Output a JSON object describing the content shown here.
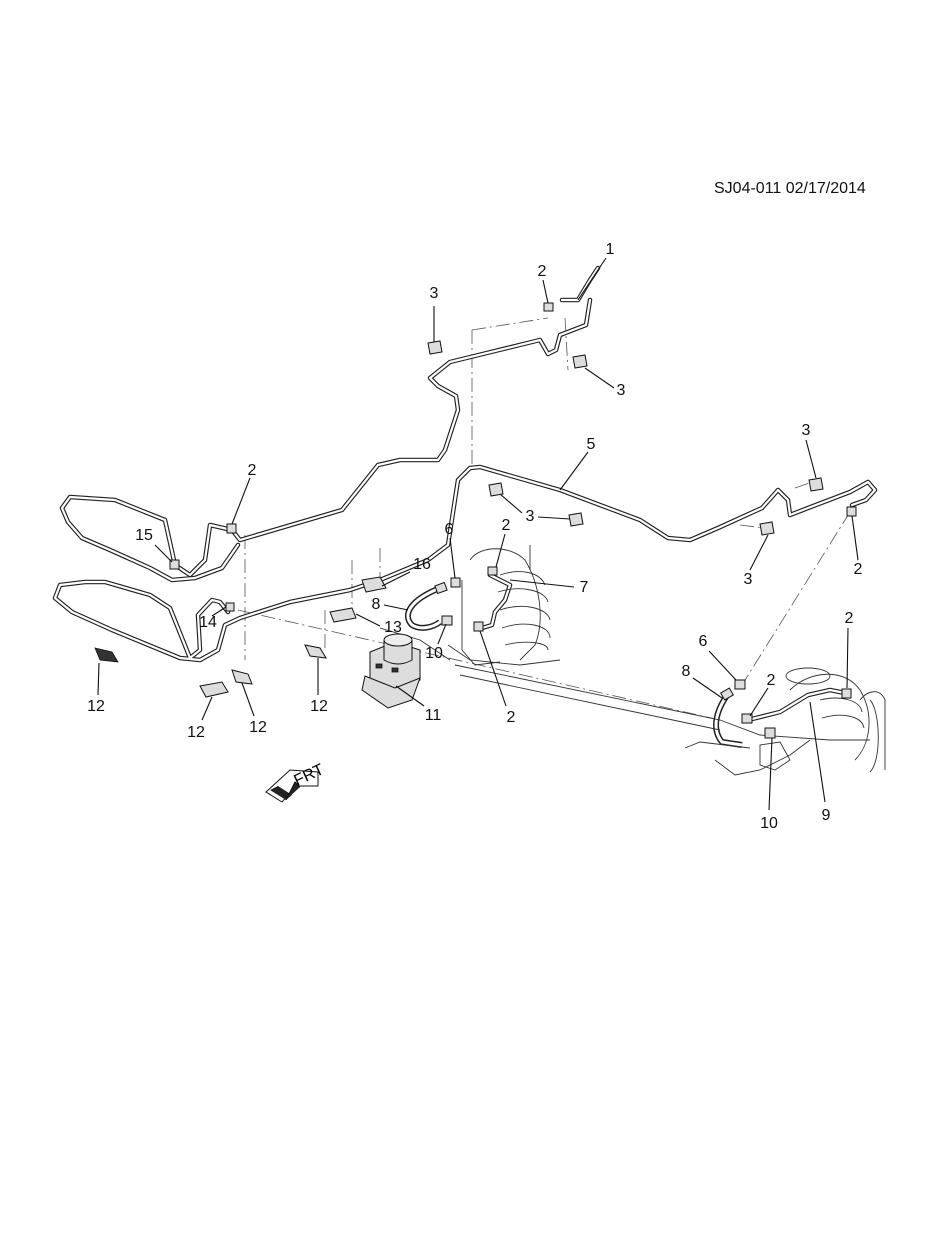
{
  "drawing": {
    "id_text": "SJ04-011 02/17/2014",
    "front_marker": "FRT"
  },
  "callouts": [
    {
      "label": "1"
    },
    {
      "label": "2"
    },
    {
      "label": "3"
    },
    {
      "label": "3"
    },
    {
      "label": "2"
    },
    {
      "label": "5"
    },
    {
      "label": "3"
    },
    {
      "label": "3"
    },
    {
      "label": "3"
    },
    {
      "label": "2"
    },
    {
      "label": "2"
    },
    {
      "label": "15"
    },
    {
      "label": "6"
    },
    {
      "label": "2"
    },
    {
      "label": "7"
    },
    {
      "label": "16"
    },
    {
      "label": "8"
    },
    {
      "label": "13"
    },
    {
      "label": "10"
    },
    {
      "label": "14"
    },
    {
      "label": "2"
    },
    {
      "label": "11"
    },
    {
      "label": "12"
    },
    {
      "label": "12"
    },
    {
      "label": "12"
    },
    {
      "label": "12"
    },
    {
      "label": "6"
    },
    {
      "label": "2"
    },
    {
      "label": "2"
    },
    {
      "label": "8"
    },
    {
      "label": "10"
    },
    {
      "label": "9"
    }
  ]
}
